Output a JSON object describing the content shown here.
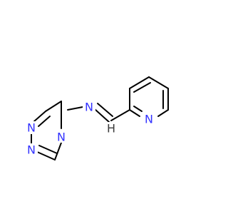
{
  "molecule": {
    "colors": {
      "bond": "#000000",
      "nitrogen": "#3333ff",
      "hydrogen": "#3b3b3b",
      "background": "#ffffff"
    },
    "labels": {
      "n1": "N",
      "n2": "N",
      "n4": "N",
      "n_imine": "N",
      "h_methine": "H",
      "n_pyridine": "N"
    }
  }
}
